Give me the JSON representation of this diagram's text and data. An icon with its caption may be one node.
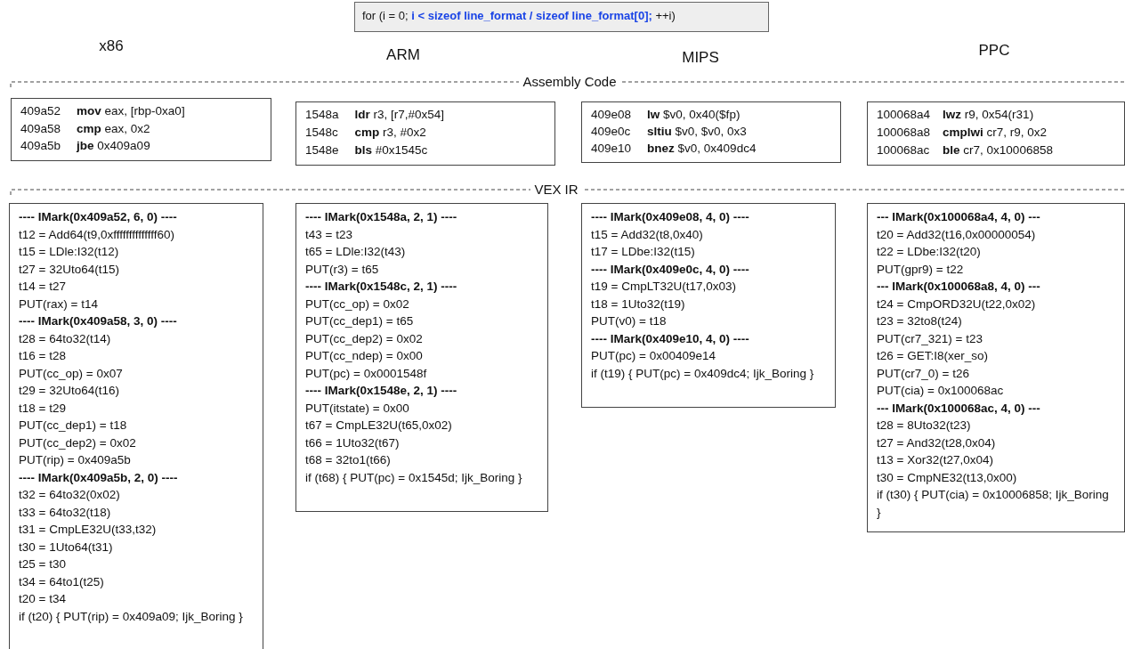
{
  "diagram": {
    "nodes": [
      {
        "text": [
          "for (i = 0; **i < sizeof line_format / sizeof line_format[0];** ++i)"
        ]
      },
      {
        "text": [
          "409a52",
          "**mov** eax, [rbp-0xa0]",
          "409a58",
          "**cmp** eax, 0x2",
          "409a5b",
          "**jbe** 0x409a09"
        ]
      },
      {
        "text": [
          "1548a",
          "**ldr** r3, [r7,#0x54]",
          "1548c",
          "**cmp** r3, #0x2",
          "1548e",
          "**bls** #0x1545c"
        ]
      },
      {
        "text": [
          "409e08",
          "**lw** $v0, 0x40($fp)",
          "409e0c",
          "**sltiu** $v0, $v0, 0x3",
          "409e10",
          "**bnez** $v0, 0x409dc4"
        ]
      },
      {
        "text": [
          "100068a4",
          "**lwz** r9, 0x54(r31)",
          "100068a8",
          "**cmplwi** cr7, r9, 0x2",
          "100068ac",
          "**ble** cr7, 0x10006858"
        ]
      },
      {
        "text": [
          "**---- IMark(0x409a52, 6, 0) ----**",
          "t12 = Add64(t9,0xffffffffffffff60)",
          "t15 = LDle:I32(t12)",
          "t27 = 32Uto64(t15)",
          "t14 = t27",
          "PUT(rax) = t14",
          "**---- IMark(0x409a58, 3, 0) ----**",
          "t28 = 64to32(t14)",
          "t16 = t28",
          "PUT(cc_op) = 0x07",
          "t29 = 32Uto64(t16)",
          "t18 = t29",
          "PUT(cc_dep1) = t18",
          "PUT(cc_dep2) = 0x02",
          "PUT(rip) = 0x409a5b",
          "**---- IMark(0x409a5b, 2, 0) ----**",
          "t32 = 64to32(0x02)",
          "t33 = 64to32(t18)",
          "t31 = CmpLE32U(t33,t32)",
          "t30 = 1Uto64(t31)",
          "t25 = t30",
          "t34 = 64to1(t25)",
          "t20 = t34",
          "if (t20) { PUT(rip) = 0x409a09; Ijk_Boring }"
        ]
      },
      {
        "text": [
          "**---- IMark(0x1548a, 2, 1) ----**",
          "t43 = t23",
          "t65 = LDle:I32(t43)",
          "PUT(r3) = t65",
          "**---- IMark(0x1548c, 2, 1) ----**",
          "PUT(cc_op) = 0x02",
          "PUT(cc_dep1) = t65",
          "PUT(cc_dep2) = 0x02",
          "PUT(cc_ndep) = 0x00",
          "PUT(pc) = 0x0001548f",
          "**---- IMark(0x1548e, 2, 1) ----**",
          "PUT(itstate) = 0x00",
          "t67 = CmpLE32U(t65,0x02)",
          "t66 = 1Uto32(t67)",
          "t68 = 32to1(t66)",
          "if (t68) { PUT(pc) = 0x1545d; Ijk_Boring }"
        ]
      },
      {
        "text": [
          "**---- IMark(0x409e08, 4, 0) ----**",
          "t15 = Add32(t8,0x40)",
          "t17 = LDbe:I32(t15)",
          "**---- IMark(0x409e0c, 4, 0) ----**",
          "t19 = CmpLT32U(t17,0x03)",
          "t18 = 1Uto32(t19)",
          "PUT(v0) = t18",
          "**---- IMark(0x409e10, 4, 0) ----**",
          "PUT(pc) = 0x00409e14",
          "if (t19) { PUT(pc) = 0x409dc4; Ijk_Boring }"
        ]
      },
      {
        "text": [
          "**--- IMark(0x100068a4, 4, 0) ---**",
          "t20 = Add32(t16,0x00000054)",
          "t22 = LDbe:I32(t20)",
          "PUT(gpr9) = t22",
          "**--- IMark(0x100068a8, 4, 0) ---**",
          "t24 = CmpORD32U(t22,0x02)",
          "t23 = 32to8(t24)",
          "PUT(cr7_321) = t23",
          "t26 = GET:I8(xer_so)",
          "PUT(cr7_0) = t26",
          "PUT(cia) = 0x100068ac",
          "**--- IMark(0x100068ac, 4, 0) ---**",
          "t28 = 8Uto32(t23)",
          "t27 = And32(t28,0x04)",
          "t13 = Xor32(t27,0x04)",
          "t30 = CmpNE32(t13,0x00)",
          "if (t30) { PUT(cia) = 0x10006858; Ijk_Boring }"
        ]
      }
    ],
    "labels": [
      "x86",
      "ARM",
      "MIPS",
      "PPC",
      "Assembly Code",
      "VEX IR"
    ]
  }
}
